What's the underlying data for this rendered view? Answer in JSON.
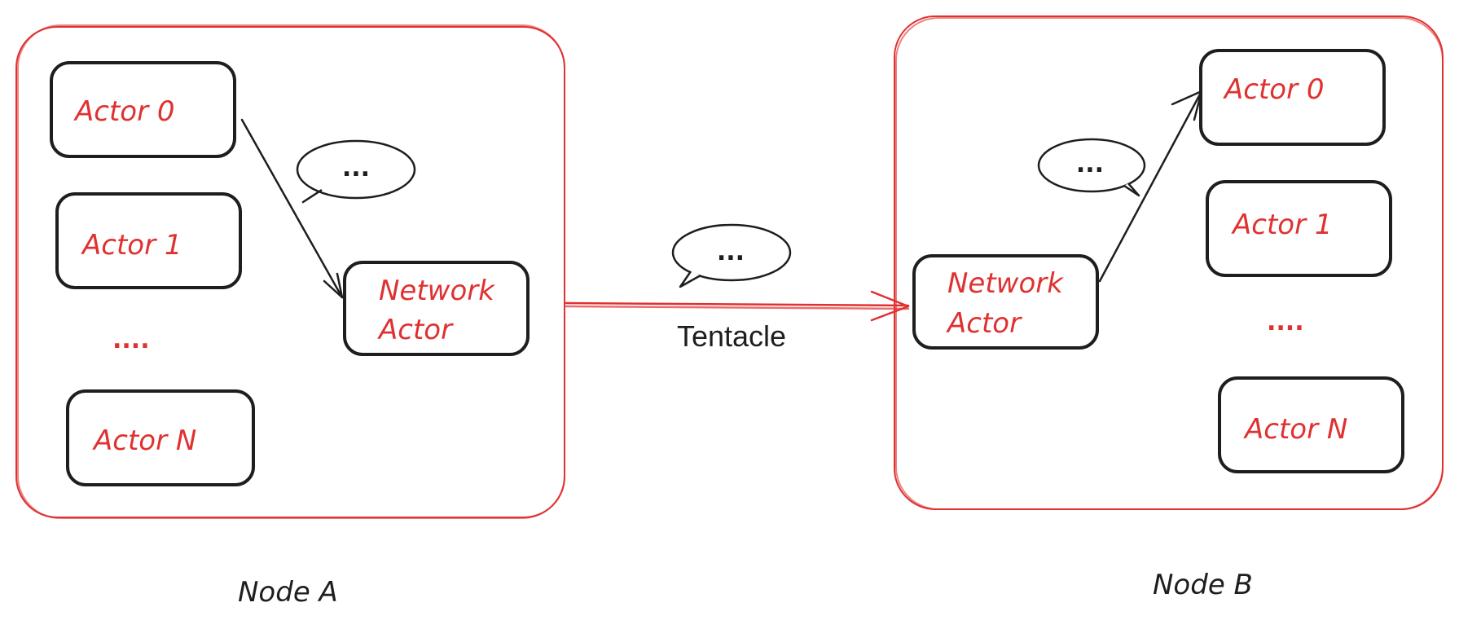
{
  "nodes": {
    "a": {
      "label": "Node A",
      "actors": [
        "Actor 0",
        "Actor 1",
        "....",
        "Actor N"
      ],
      "network_actor": [
        "Network",
        "Actor"
      ],
      "bubble_text": "..."
    },
    "b": {
      "label": "Node B",
      "actors": [
        "Actor 0",
        "Actor 1",
        "....",
        "Actor N"
      ],
      "network_actor": [
        "Network",
        "Actor"
      ],
      "bubble_text": "..."
    }
  },
  "link": {
    "label": "Tentacle",
    "bubble_text": "..."
  },
  "colors": {
    "accent": "#e03131",
    "ink": "#1e1e1e",
    "background": "#ffffff"
  }
}
